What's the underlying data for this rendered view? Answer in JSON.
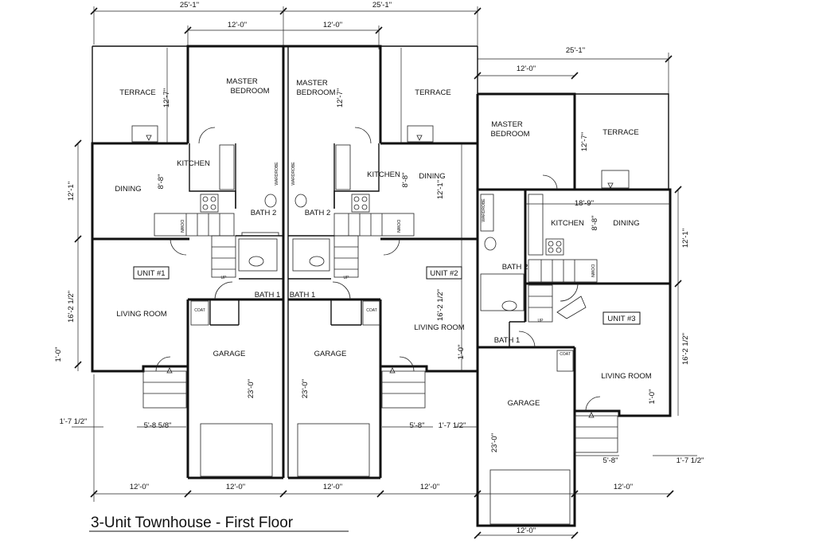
{
  "title": "3-Unit Townhouse - First Floor",
  "units": {
    "unit1": "UNIT #1",
    "unit2": "UNIT #2",
    "unit3": "UNIT #3"
  },
  "rooms": {
    "terrace": "TERRACE",
    "master_line1": "MASTER",
    "master_line2": "BEDROOM",
    "kitchen": "KITCHEN",
    "dining": "DINING",
    "bath2": "BATH 2",
    "bath1": "BATH 1",
    "living": "LIVING ROOM",
    "garage": "GARAGE",
    "coat": "COAT",
    "wardrobe": "WARDROBE",
    "down": "DOWN",
    "up": "UP"
  },
  "dimensions": {
    "d25_1": "25'-1\"",
    "d12_0": "12'-0\"",
    "d12_7": "12'-7\"",
    "d12_1": "12'-1\"",
    "d8_8": "8'-8\"",
    "d16_2": "16'-2 1/2\"",
    "d1_0": "1'-0\"",
    "d23_0": "23'-0\"",
    "d1_7": "1'-7 1/2\"",
    "d5_8_5": "5'-8 5/8\"",
    "d5_8": "5'-8\"",
    "d18_9": "18'-9\""
  }
}
